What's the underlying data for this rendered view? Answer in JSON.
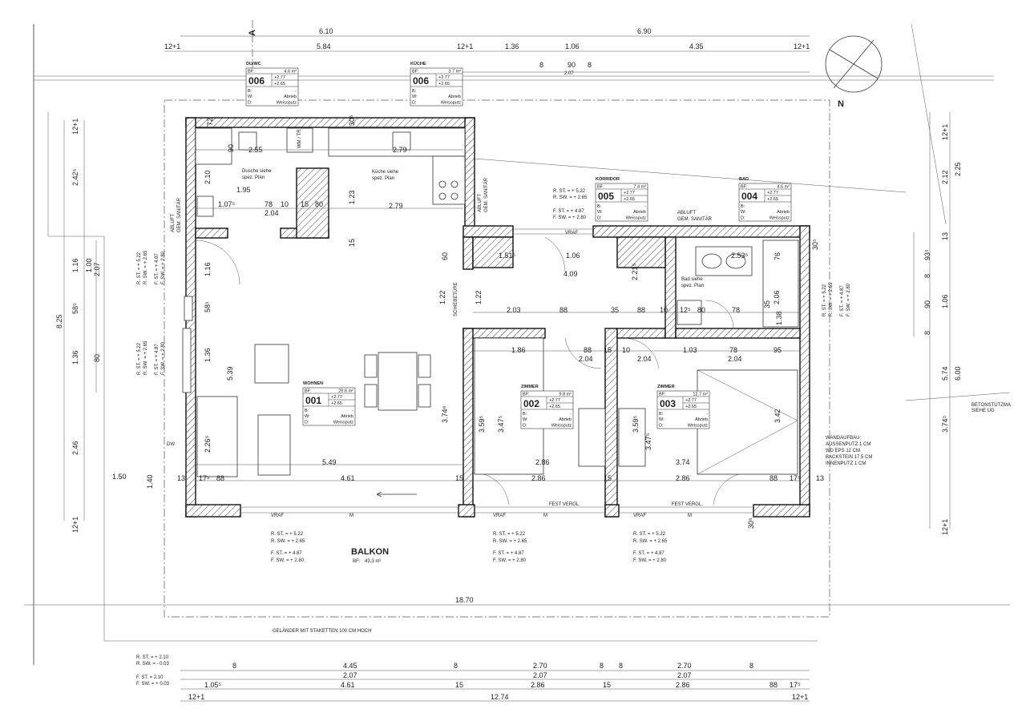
{
  "markers": {
    "section": "A",
    "north": "N"
  },
  "rooms": [
    {
      "name": "DU/WC",
      "no": "006",
      "bf": "4.6 m²",
      "h1": "+2.77",
      "h2": "+2.65",
      "b": "-",
      "w": "Abrieb",
      "d": "Weissputz"
    },
    {
      "name": "KÜCHE",
      "no": "006",
      "bf": "3.7 m²",
      "h1": "+2.77",
      "h2": "+2.65",
      "b": "-",
      "w": "Abrieb",
      "d": "Weissputz"
    },
    {
      "name": "KORRIDOR",
      "no": "005",
      "bf": "7.4 m²",
      "h1": "+2.77",
      "h2": "+2.65",
      "b": "-",
      "w": "Abrieb",
      "d": "Weissputz"
    },
    {
      "name": "BAD",
      "no": "004",
      "bf": "4.6 m²",
      "h1": "+2.77",
      "h2": "+2.65",
      "b": "-",
      "w": "Abrieb",
      "d": "Weissputz"
    },
    {
      "name": "WOHNEN",
      "no": "001",
      "bf": "29.6 m²",
      "h1": "+2.77",
      "h2": "+2.65",
      "b": "-",
      "w": "Abrieb",
      "d": "Weissputz"
    },
    {
      "name": "ZIMMER",
      "no": "002",
      "bf": "9.8 m²",
      "h1": "+2.77",
      "h2": "+2.65",
      "b": "-",
      "w": "Abrieb",
      "d": "Weissputz"
    },
    {
      "name": "ZIMMER",
      "no": "003",
      "bf": "12.7 m²",
      "h1": "+2.77",
      "h2": "+2.65",
      "b": "-",
      "w": "Abrieb",
      "d": "Weissputz"
    }
  ],
  "stamp_labels": {
    "bf": "BF:",
    "b": "B:",
    "w": "W:",
    "d": "D:"
  },
  "balkon": {
    "name": "BALKON",
    "bf_label": "BF:",
    "bf": "43.3 m²"
  },
  "levels": {
    "upper": [
      "R. ST. = + 5.22",
      "R. SW. = + 2.65",
      "F. ST. = + 4.87",
      "F. SW. = + 2.80"
    ],
    "ground": [
      "R. ST. = + 2.10",
      "R. SW. = - 0.03",
      "F. ST. = 2.10",
      "F. SW. = + 0.03"
    ]
  },
  "notes": {
    "dusche": [
      "Dusche siehe",
      "spez. Plan"
    ],
    "kueche": [
      "Küche siehe",
      "spez. Plan"
    ],
    "bad": [
      "Bad siehe",
      "spez. Plan"
    ],
    "abluft": [
      "ABLUFT",
      "GEM. SANITÄR"
    ],
    "vraf": "VRAF",
    "fest": "FEST VERGL.",
    "m": "M",
    "wm": "WM / TR",
    "dw": "DW",
    "gelaender": "GELÄNDER MIT STAKETTEN 100 CM HOCH",
    "wandaufbau": [
      "WANDAUFBAU:",
      "AUSSENPUTZ 1 CM",
      "WD EPS 12 CM",
      "BACKSTEIN 17.5 CM",
      "INNENPUTZ 1 CM"
    ],
    "stuetz": [
      "BETONSTÜTZMA",
      "SIEHE UG"
    ],
    "schiebe": "SCHIEBETÜRE"
  },
  "dims": {
    "top": [
      "6.10",
      "6.90",
      "12+1",
      "5.84",
      "12+1",
      "1.36",
      "1.06",
      "8",
      "90",
      "8",
      "4.35",
      "12+1",
      "2.07"
    ],
    "bottom": [
      "8",
      "4.45",
      "8",
      "2.70",
      "8",
      "8",
      "2.70",
      "8",
      "2.07",
      "2.07",
      "2.07",
      "1.05⁵",
      "4.61",
      "15",
      "2.86",
      "15",
      "2.86",
      "88",
      "17⁵",
      "12+1",
      "12.74",
      "12+1",
      "18.70"
    ],
    "left": [
      "12+1",
      "2.42⁵",
      "8.25",
      "1.16",
      "2.07",
      "1.00",
      "58⁵",
      "1.36",
      "80",
      "2.46",
      "1.50",
      "1.40",
      "12+1"
    ],
    "right": [
      "12+1",
      "2.25",
      "2.12",
      "13",
      "93⁵",
      "1.06",
      "90",
      "8",
      "8",
      "5.74",
      "6.00",
      "3.74⁵",
      "12+1"
    ],
    "interior": [
      "2.55",
      "2.79",
      "2.10",
      "1.95",
      "1.07⁵",
      "78",
      "10",
      "2.04",
      "15",
      "80",
      "2.79",
      "1.23",
      "15",
      "1.16",
      "58⁵",
      "1.36",
      "5.39",
      "2.26⁵",
      "5.49",
      "4.61",
      "13",
      "17⁵",
      "88",
      "60",
      "1.22",
      "1.22",
      "2.03",
      "88",
      "35",
      "88",
      "10",
      "12⁵",
      "80",
      "78",
      "1.51⁵",
      "1.06",
      "4.09",
      "2.21⁵",
      "2.53⁵",
      "76",
      "35",
      "1.86",
      "88",
      "15",
      "10",
      "1.03",
      "78",
      "95",
      "2.04",
      "2.04",
      "2.04",
      "3.74⁸",
      "3.59⁵",
      "3.47⁵",
      "3.59⁵",
      "3.47⁵",
      "3.42",
      "2.86",
      "3.74",
      "15",
      "2.86",
      "15",
      "2.86",
      "88",
      "17⁵",
      "13",
      "30⁵",
      "72",
      "30⁵",
      "30⁵",
      "90",
      "1.38",
      "2.06"
    ]
  }
}
